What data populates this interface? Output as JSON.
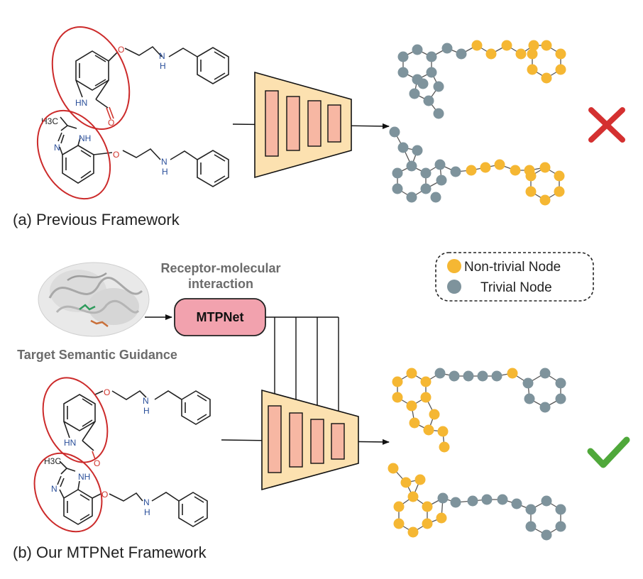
{
  "captions": {
    "a": "(a) Previous Framework",
    "b": "(b) Our MTPNet Framework"
  },
  "module": {
    "label": "MTPNet"
  },
  "interaction": {
    "line1": "Receptor-molecular",
    "line2": "interaction"
  },
  "guidance": {
    "label": "Target Semantic Guidance"
  },
  "legend": {
    "nontrivial": "Non-trivial Node",
    "trivial": "Trivial Node"
  },
  "atoms": {
    "O": "O",
    "N": "N",
    "H": "H",
    "HN": "HN",
    "NH": "NH",
    "methyl": "H3C"
  },
  "colors": {
    "nontrivial": "#F5B733",
    "trivial": "#7E939C",
    "encoder_fill": "#FCE1B0",
    "bar_fill": "#F7B7A3",
    "highlight": "#CC2B2B",
    "mtpnet_fill": "#F2A2AE",
    "cross": "#D43030",
    "check": "#4FA83A"
  },
  "icons": {
    "wrong": "cross-icon",
    "right": "checkmark-icon",
    "protein": "protein-structure-image"
  }
}
